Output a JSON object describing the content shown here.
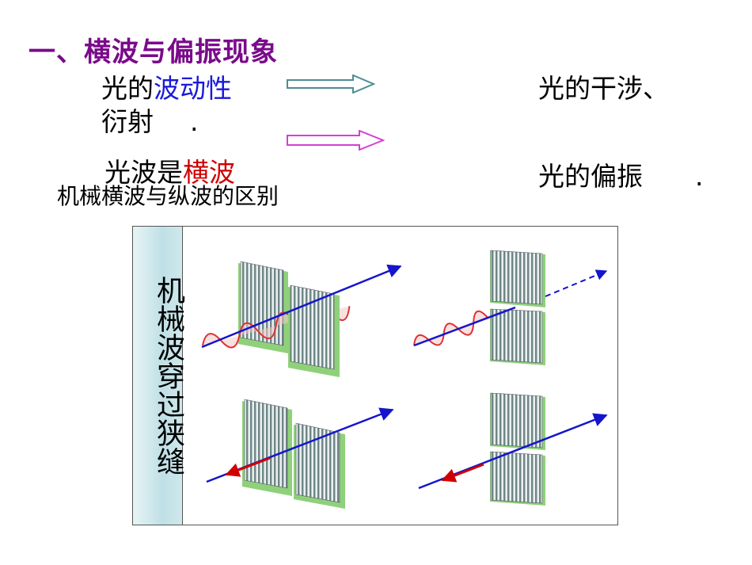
{
  "title": "一、横波与偏振现象",
  "line1": {
    "prefix": "光的",
    "highlight": "波动性",
    "result": "光的干涉、",
    "result_cont": "衍射",
    "dot": "."
  },
  "line2": {
    "prefix": "光波是",
    "highlight": "横波",
    "result": "光的偏振",
    "dot": "."
  },
  "subtitle": "机械横波与纵波的区别",
  "panel": {
    "side_label": "机械波穿过狭缝"
  },
  "colors": {
    "title": "#7a0a8a",
    "blue": "#1a1ad8",
    "red": "#d00000",
    "arrow1": "#4a8f92",
    "arrow2": "#d43fd4",
    "grating_green": "#8fd17a",
    "grating_slat": "#8fa8a8"
  }
}
